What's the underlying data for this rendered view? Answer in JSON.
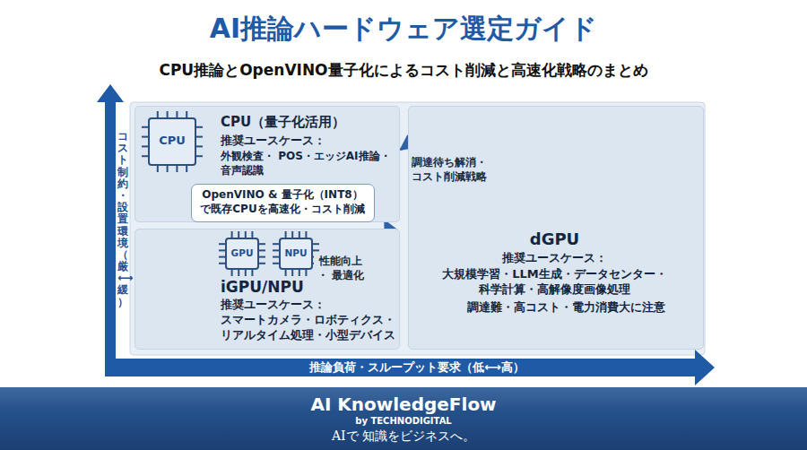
{
  "diagram": {
    "title": "AI推論ハードウェア選定ガイド",
    "nodes": [
      {
        "text": [
          "CPU（量子化活用）",
          "推奨ユースケース：",
          "外観検査・ POS・エッジAI推論・音声認識"
        ]
      },
      {
        "text": [
          "CPU"
        ],
        "in": 0
      },
      {
        "text": [
          "OpenVINO & 量子化（INT8） で既存CPUを高速化・コスト削減"
        ],
        "in": 0
      },
      {
        "text": [
          "dGPU",
          "推奨ユースケース：",
          "大規模学習・LLM生成・データセンター・ 科学計算・高解像度画像処理",
          "調達難・高コスト・電力消費大に注意"
        ]
      },
      {
        "text": [
          "iGPU/NPU",
          "推奨ユースケース：",
          "スマートカメラ・ロボティクス・ リアルタイム処理・小型デバイス"
        ]
      },
      {
        "text": [
          "GPU"
        ],
        "in": 4
      },
      {
        "text": [
          "NPU"
        ],
        "in": 4
      },
      {
        "text": [
          "AI KnowledgeFlow",
          "by TECHNODIGITAL",
          "AIで 知識をビジネスへ。"
        ]
      }
    ],
    "edges": [
      {
        "from": 3,
        "to": 0,
        "arrow": "to",
        "label": "調達待ち解消・ コスト削減戦略"
      },
      {
        "from": 0,
        "to": 4,
        "arrow": "both",
        "label": "性能向上・ 最適化"
      }
    ],
    "labels": [
      "CPU推論とOpenVINO量子化によるコスト削減と高速化戦略のまとめ",
      "コスト制約・設置環境（厳⟷緩）",
      "推論負荷・スループット要求（低⟷高）"
    ]
  }
}
